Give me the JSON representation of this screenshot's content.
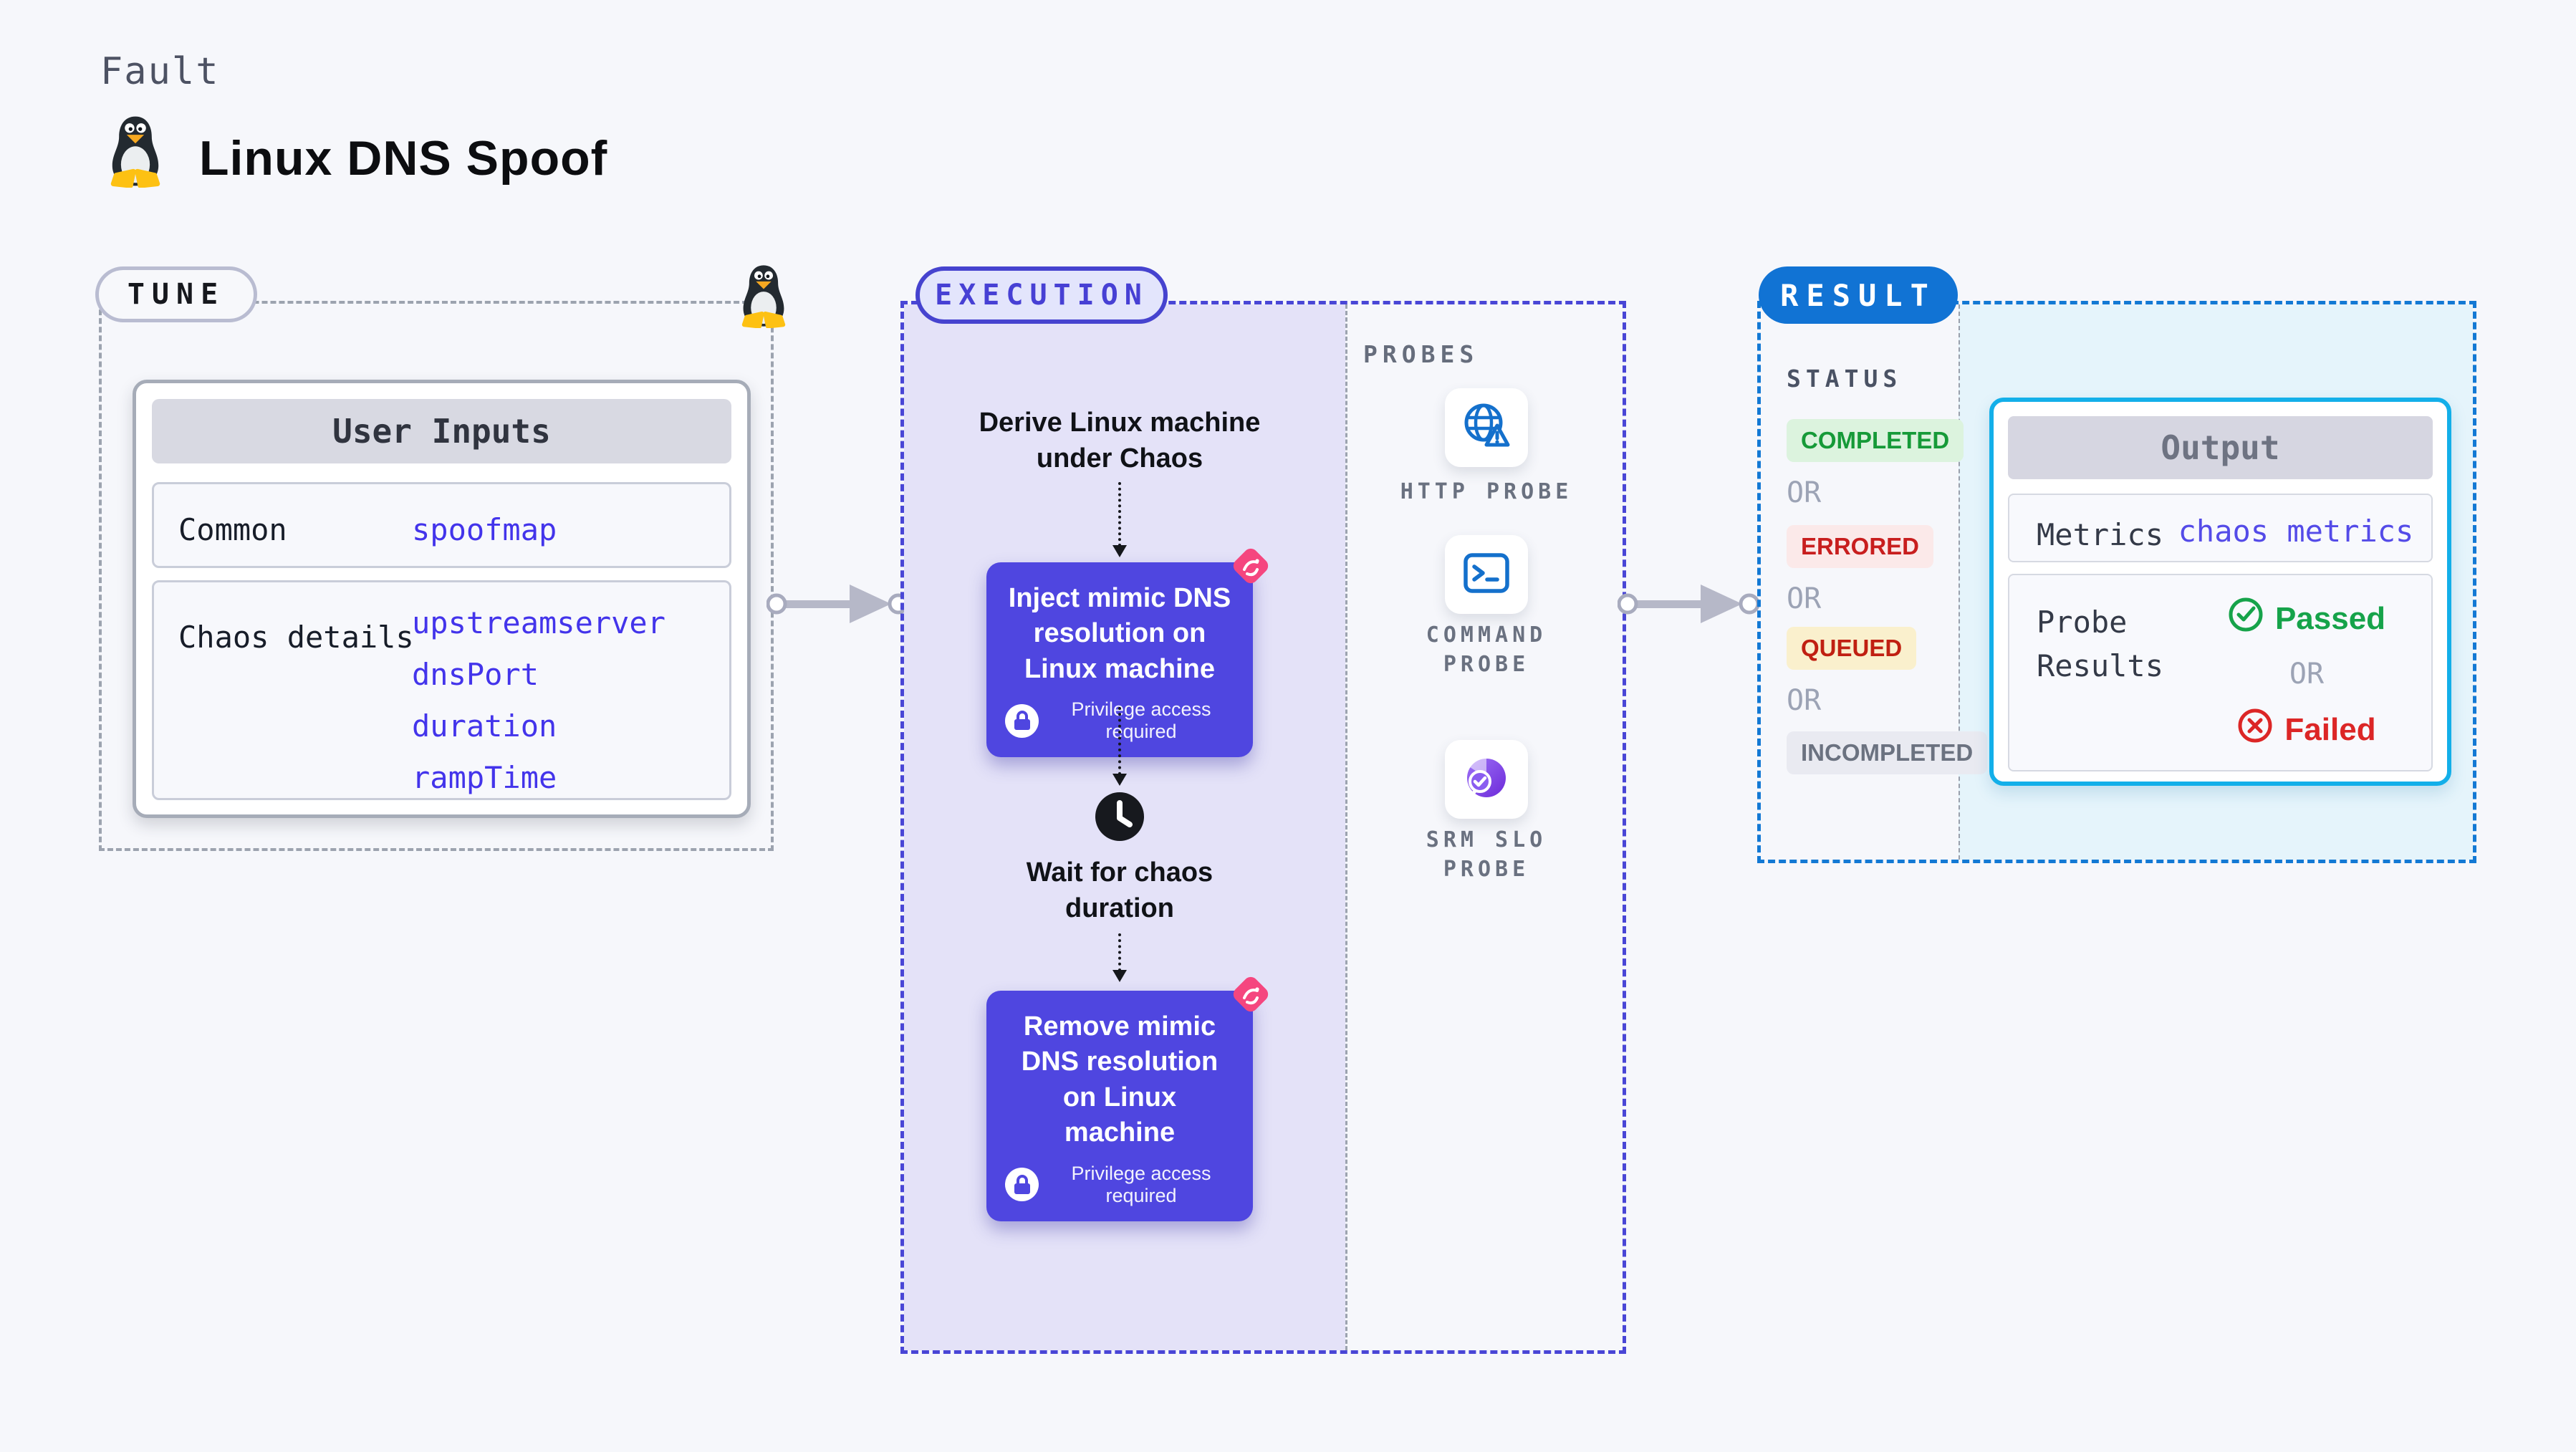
{
  "header": {
    "kicker": "Fault",
    "title": "Linux DNS Spoof"
  },
  "tune": {
    "badge": "TUNE",
    "card_title": "User Inputs",
    "rows": [
      {
        "label": "Common",
        "values": [
          "spoofmap"
        ]
      },
      {
        "label": "Chaos details",
        "values": [
          "upstreamserver",
          "dnsPort",
          "duration",
          "rampTime"
        ]
      }
    ]
  },
  "execution": {
    "badge": "EXECUTION",
    "derive_step": "Derive Linux machine under Chaos",
    "inject_step": "Inject mimic DNS resolution on Linux machine",
    "wait_step": "Wait for chaos duration",
    "remove_step": "Remove mimic DNS resolution on Linux machine",
    "privilege_note": "Privilege access required"
  },
  "probes": {
    "title": "PROBES",
    "items": [
      {
        "label": "HTTP PROBE",
        "icon": "globe-alert-icon"
      },
      {
        "label": "COMMAND PROBE",
        "icon": "terminal-icon"
      },
      {
        "label": "SRM SLO PROBE",
        "icon": "slo-gauge-icon"
      }
    ]
  },
  "result": {
    "badge": "RESULT",
    "status_heading": "STATUS",
    "or_label": "OR",
    "statuses": [
      {
        "label": "COMPLETED",
        "kind": "completed"
      },
      {
        "label": "ERRORED",
        "kind": "errored"
      },
      {
        "label": "QUEUED",
        "kind": "queued"
      },
      {
        "label": "INCOMPLETED",
        "kind": "incompleted"
      }
    ],
    "output": {
      "title": "Output",
      "metrics_label": "Metrics",
      "metrics_value": "chaos metrics",
      "probe_results_label": "Probe Results",
      "passed_label": "Passed",
      "failed_label": "Failed"
    }
  },
  "colors": {
    "indigo_box": "#4f46e0",
    "execution_border": "#4946d6",
    "lavender_bg": "#e4e2f8",
    "result_badge_blue": "#1173d4",
    "result_dash_blue": "#1379d4",
    "output_border_cyan": "#13afe9",
    "result_bg_cyan": "#e5f4fb",
    "chaos_pink": "#f5467f",
    "passed_green": "#16a34a",
    "failed_red": "#dc2626",
    "value_blue": "#4334eb"
  }
}
